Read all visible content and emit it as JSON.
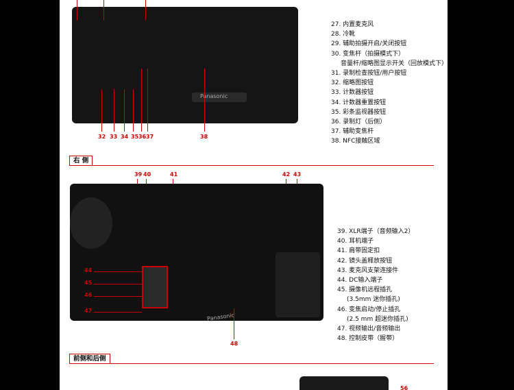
{
  "top_list": [
    "27. 内置麦克风",
    "28. 冷靴",
    "29. 辅助拍摄开启/关闭按钮",
    "30. 变焦杆（拍摄模式下）",
    "音量杆/缩略图显示开关（回放模式下）",
    "31. 录制检查按钮/用户按钮",
    "32. 缩略图按钮",
    "33. 计数器按钮",
    "34. 计数器重置按钮",
    "35. 彩条监视器按钮",
    "36. 录制灯（后侧）",
    "37. 辅助变焦杆",
    "38. NFC接触区域"
  ],
  "section_right": "右 侧",
  "section_front_back": "前侧和后侧",
  "right_list": [
    "39. XLR端子（音频输入2）",
    "40. 耳机端子",
    "41. 肩带固定扣",
    "42. 镜头盖释放按钮",
    "43. 麦克风支架连接件",
    "44. DC输入端子",
    "45. 摄像机远程插孔",
    "(3.5mm 迷你插孔)",
    "46. 变焦启动/停止插孔",
    "(2.5 mm 超迷你插孔)",
    "47. 视频输出/音频输出",
    "48. 控制皮带（握带）"
  ],
  "top_callouts": [
    "32",
    "33",
    "34",
    "35",
    "36",
    "37",
    "38"
  ],
  "right_top_callouts": [
    "39",
    "40",
    "41",
    "42",
    "43"
  ],
  "right_left_callouts": [
    "44",
    "45",
    "46",
    "47"
  ],
  "right_bottom_callout": "48",
  "bottom_callout": "56",
  "brand_text": "Panasonic",
  "colors": {
    "accent": "#cc0000",
    "page_bg": "#ffffff",
    "outer_bg": "#000000"
  }
}
